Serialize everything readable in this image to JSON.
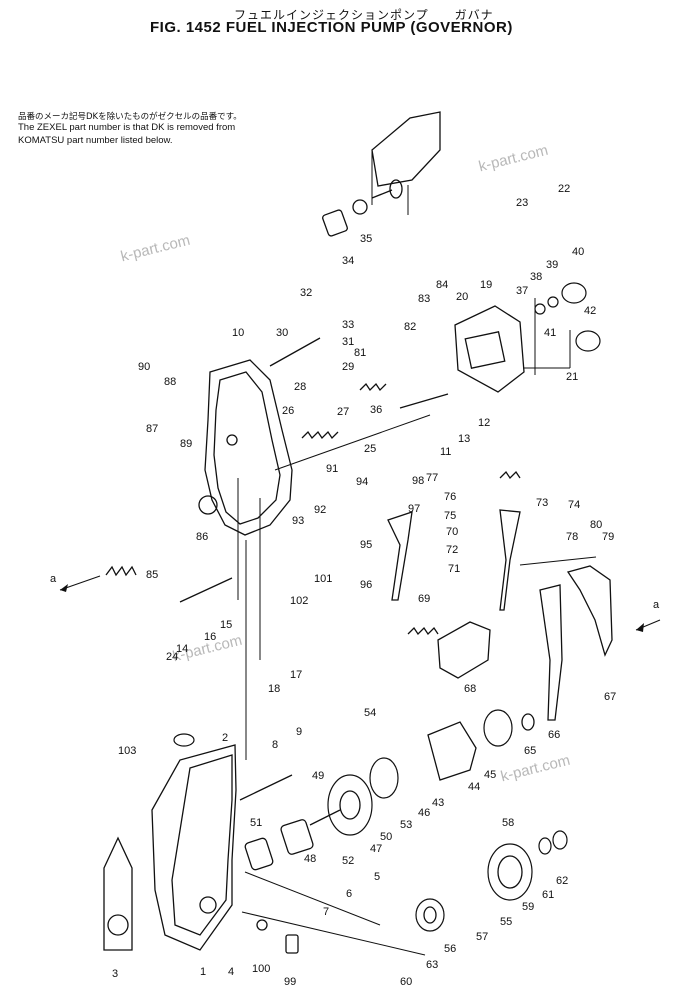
{
  "header": {
    "title_jp": "フュエルインジェクションポンプ　　ガバナ",
    "title_en": "FIG. 1452  FUEL INJECTION PUMP (GOVERNOR)"
  },
  "note": {
    "jp": "品番のメーカ記号DKを除いたものがゼクセルの品番です。",
    "en_line1": "The ZEXEL part number is that DK is removed from",
    "en_line2": "KOMATSU part number listed below."
  },
  "watermark": "k-part.com",
  "arrow_label": "a",
  "part_numbers": [
    "1",
    "2",
    "3",
    "4",
    "5",
    "6",
    "7",
    "8",
    "9",
    "10",
    "11",
    "12",
    "13",
    "14",
    "15",
    "16",
    "17",
    "18",
    "19",
    "20",
    "21",
    "22",
    "23",
    "24",
    "25",
    "26",
    "27",
    "28",
    "29",
    "30",
    "31",
    "32",
    "33",
    "34",
    "35",
    "36",
    "37",
    "38",
    "39",
    "40",
    "41",
    "42",
    "43",
    "44",
    "45",
    "46",
    "47",
    "48",
    "49",
    "50",
    "51",
    "52",
    "53",
    "54",
    "55",
    "56",
    "57",
    "58",
    "59",
    "60",
    "61",
    "62",
    "63",
    "65",
    "66",
    "67",
    "68",
    "69",
    "70",
    "71",
    "72",
    "73",
    "74",
    "75",
    "76",
    "77",
    "78",
    "79",
    "80",
    "81",
    "82",
    "83",
    "84",
    "85",
    "86",
    "87",
    "88",
    "89",
    "90",
    "91",
    "92",
    "93",
    "94",
    "95",
    "96",
    "97",
    "98",
    "99",
    "100",
    "101",
    "102",
    "103"
  ]
}
